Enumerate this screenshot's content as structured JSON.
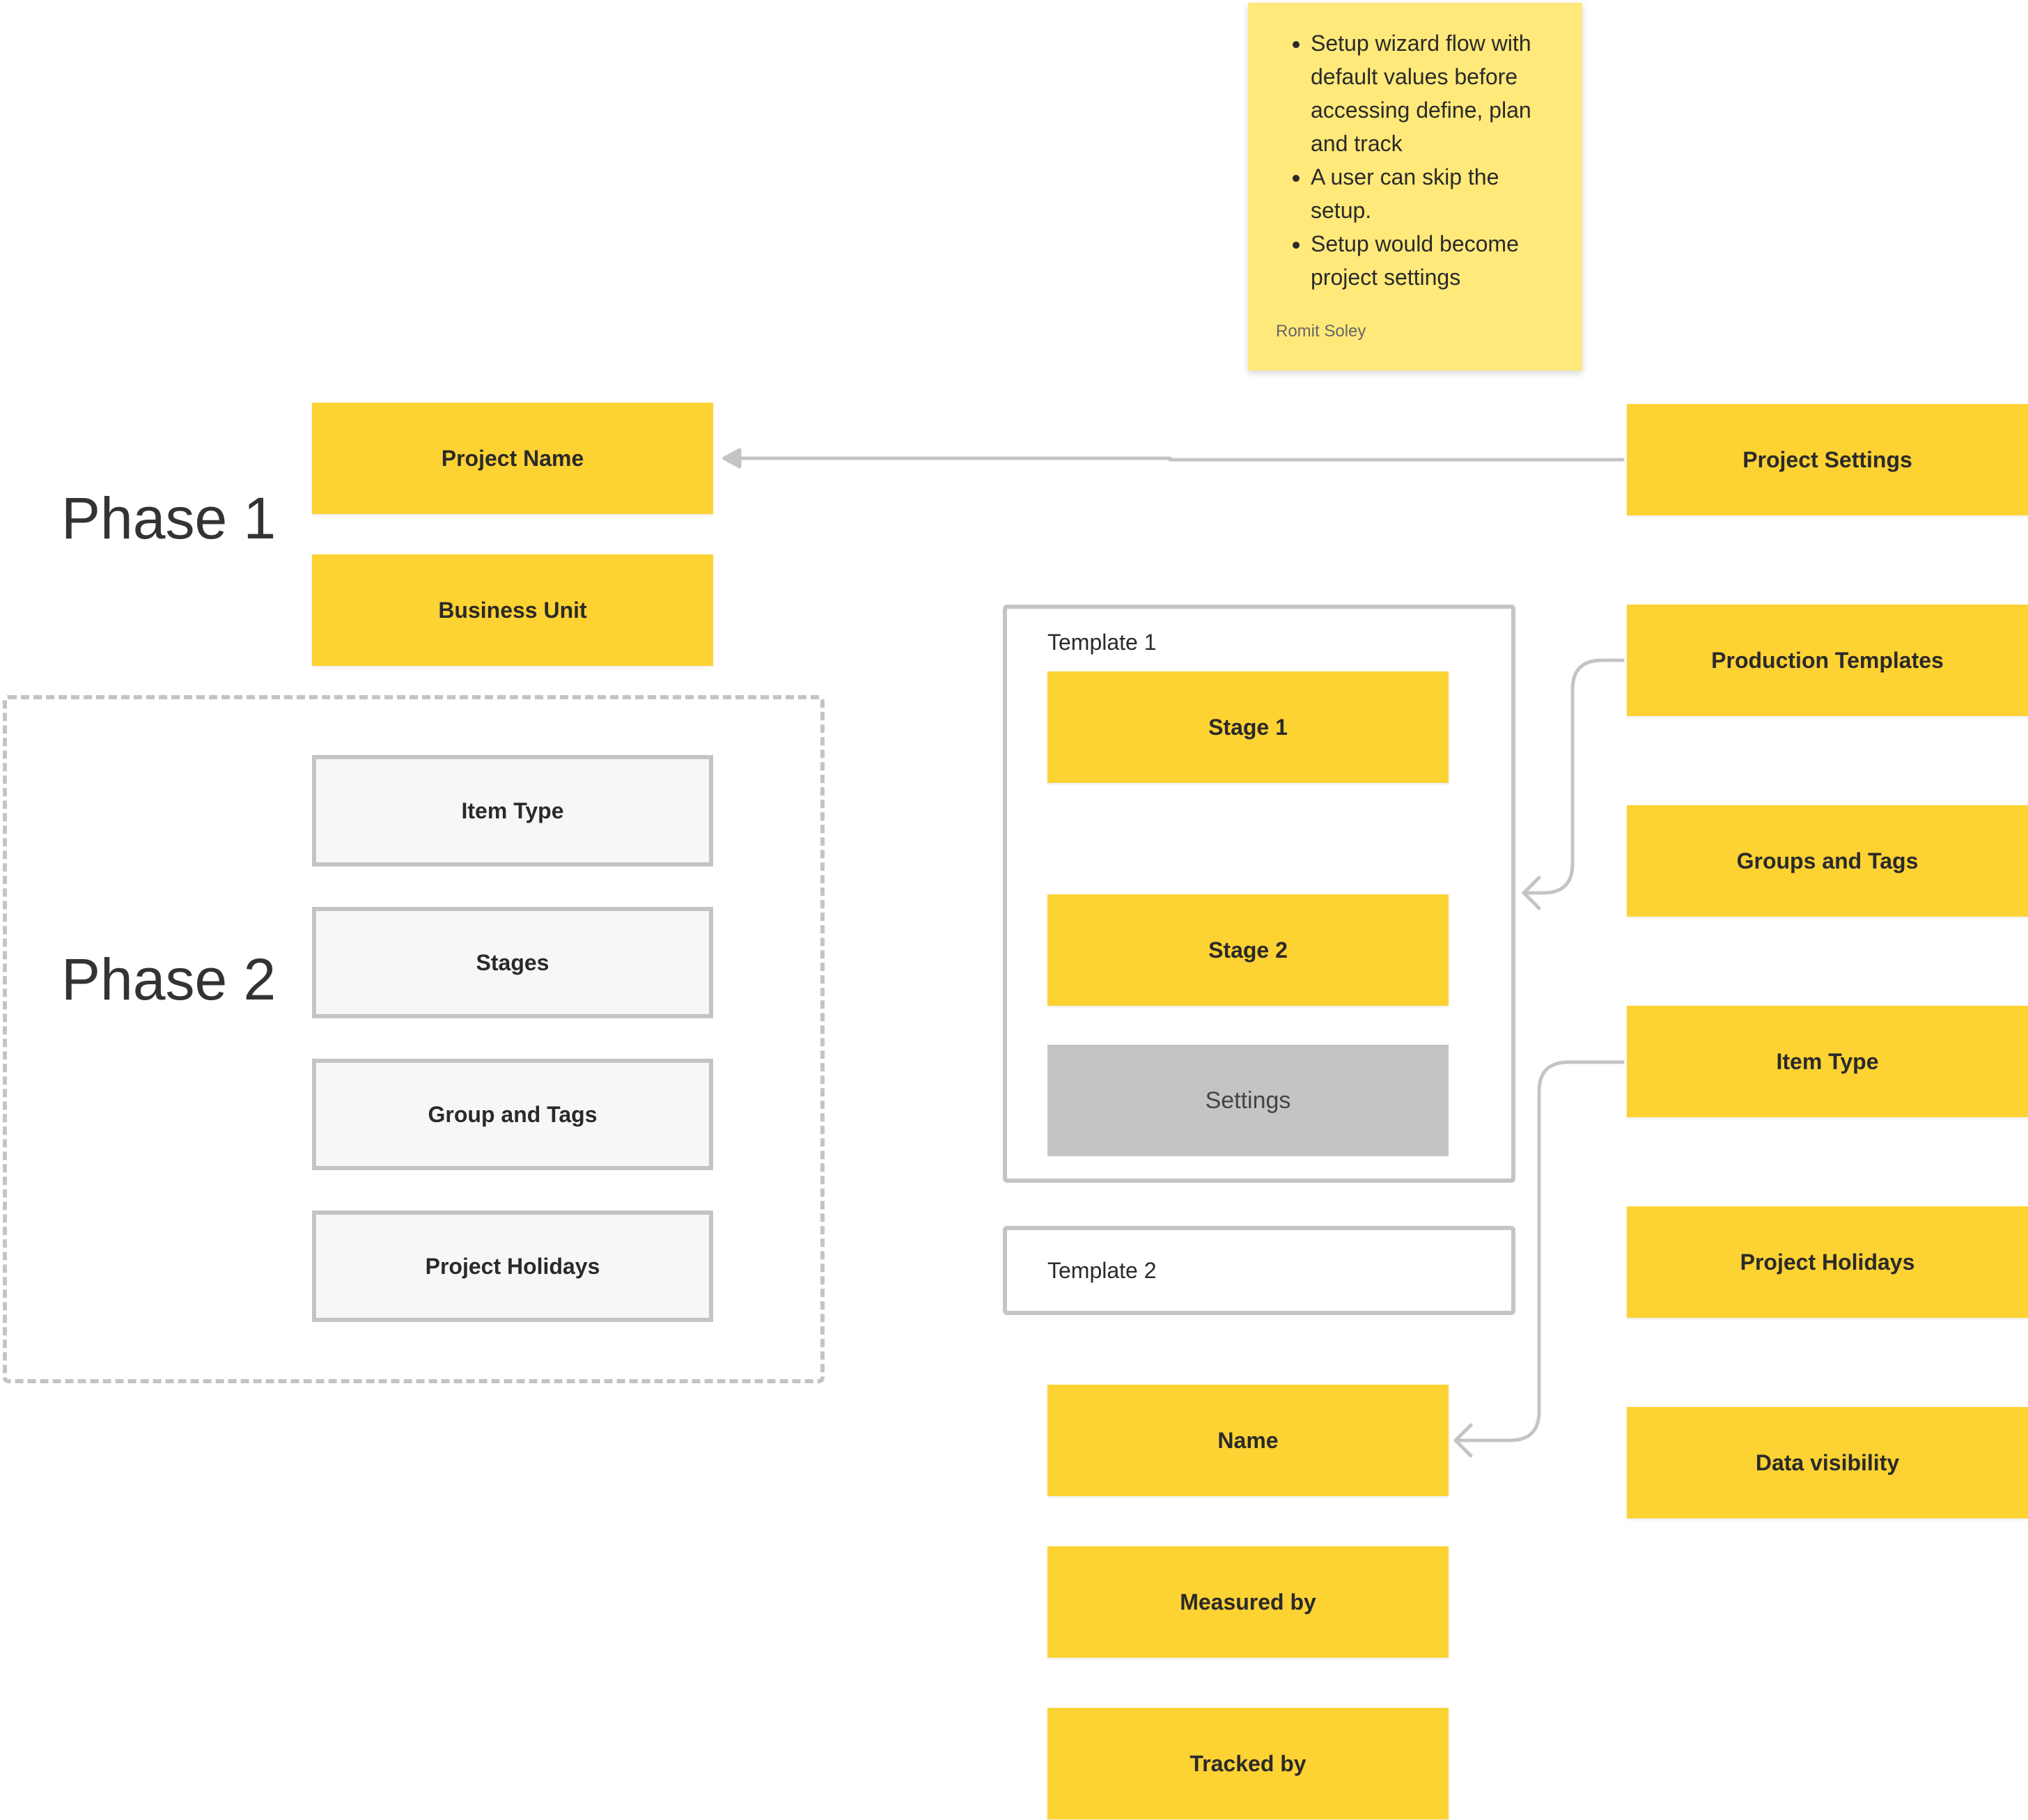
{
  "note": {
    "bullets": [
      "Setup wizard flow with default values before accessing define, plan and track",
      "A user can skip the setup.",
      "Setup would become project settings"
    ],
    "author": "Romit Soley"
  },
  "phase1": {
    "label": "Phase 1",
    "project_name": "Project Name",
    "business_unit": "Business Unit"
  },
  "phase2": {
    "label": "Phase 2",
    "item_type": "Item Type",
    "stages": "Stages",
    "group_and_tags": "Group and Tags",
    "project_holidays": "Project Holidays"
  },
  "template1": {
    "label": "Template 1",
    "stage1": "Stage 1",
    "stage2": "Stage 2",
    "settings": "Settings"
  },
  "template2": {
    "label": "Template 2"
  },
  "item_fields": {
    "name": "Name",
    "measured_by": "Measured by",
    "tracked_by": "Tracked by"
  },
  "settings_column": {
    "project_settings": "Project Settings",
    "production_templates": "Production Templates",
    "groups_and_tags": "Groups and Tags",
    "item_type": "Item Type",
    "project_holidays": "Project Holidays",
    "data_visibility": "Data visibility"
  },
  "colors": {
    "sticky_yellow": "#fdd233",
    "note_yellow": "#ffe97a",
    "connector_gray": "#c4c4c4"
  }
}
